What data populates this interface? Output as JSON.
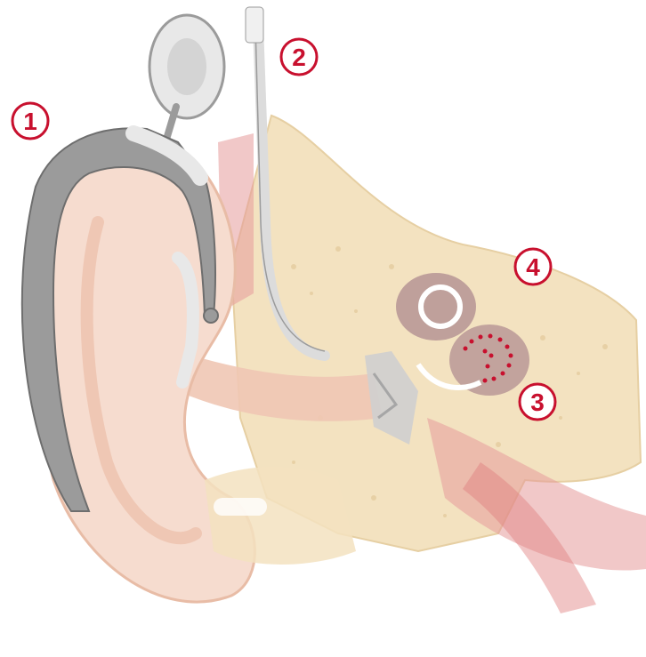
{
  "diagram": {
    "callouts": [
      {
        "number": "1",
        "color": "#c8102e"
      },
      {
        "number": "2",
        "color": "#c8102e"
      },
      {
        "number": "3",
        "color": "#c8102e"
      },
      {
        "number": "4",
        "color": "#c8102e"
      }
    ],
    "palette": {
      "skin": "#f6dccf",
      "skin_shadow": "#efc7b4",
      "bone": "#f3e2c0",
      "device_grey": "#9b9b9b",
      "device_light": "#e8e8e8",
      "muscle": "#e59a9a",
      "cochlea": "#b59494",
      "electrode_dots": "#c8102e"
    }
  }
}
